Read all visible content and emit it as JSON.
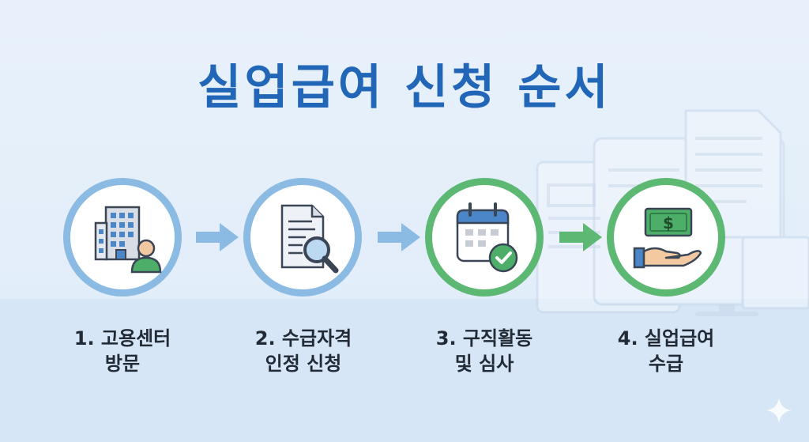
{
  "title": "실업급여 신청 순서",
  "steps": [
    {
      "line1": "1. 고용센터",
      "line2": "방문",
      "icon": "building-person-icon",
      "color": "#8bbbe3"
    },
    {
      "line1": "2. 수급자격",
      "line2": "인정 신청",
      "icon": "document-search-icon",
      "color": "#8bbbe3"
    },
    {
      "line1": "3. 구직활동",
      "line2": "및 심사",
      "icon": "calendar-check-icon",
      "color": "#5cb872"
    },
    {
      "line1": "4. 실업급여",
      "line2": "수급",
      "icon": "money-hand-icon",
      "color": "#5cb872"
    }
  ],
  "colors": {
    "title": "#2266b8",
    "blue_ring": "#8bbbe3",
    "green_ring": "#5cb872"
  }
}
